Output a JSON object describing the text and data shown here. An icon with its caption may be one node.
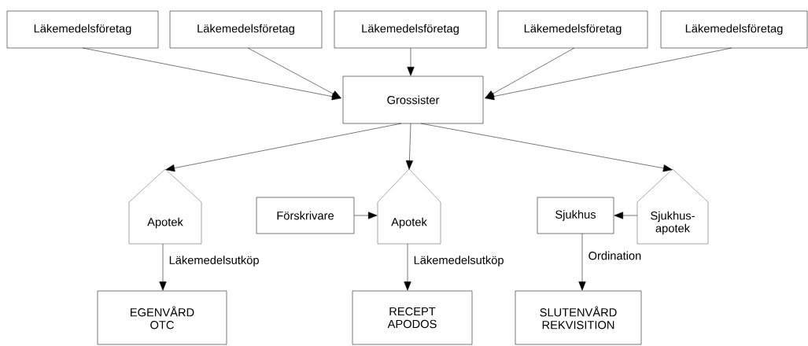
{
  "diagram": {
    "nodes": [
      {
        "text": [
          "Läkemedelsföretag"
        ]
      },
      {
        "text": [
          "Läkemedelsföretag"
        ]
      },
      {
        "text": [
          "Läkemedelsföretag"
        ]
      },
      {
        "text": [
          "Läkemedelsföretag"
        ]
      },
      {
        "text": [
          "Läkemedelsföretag"
        ]
      },
      {
        "text": [
          "Grossister"
        ]
      },
      {
        "text": [
          "Apotek"
        ]
      },
      {
        "text": [
          "Förskrivare"
        ]
      },
      {
        "text": [
          "Apotek"
        ]
      },
      {
        "text": [
          "Sjukhus"
        ]
      },
      {
        "text": [
          "Sjukhus-apotek"
        ]
      },
      {
        "text": [
          "EGENVÅRD OTC"
        ]
      },
      {
        "text": [
          "RECEPT APODOS"
        ]
      },
      {
        "text": [
          "SLUTENVÅRD REKVISITION"
        ]
      }
    ],
    "edges": [
      {
        "from": 0,
        "to": 5,
        "arrow": "to"
      },
      {
        "from": 1,
        "to": 5,
        "arrow": "to"
      },
      {
        "from": 2,
        "to": 5,
        "arrow": "to"
      },
      {
        "from": 3,
        "to": 5,
        "arrow": "to"
      },
      {
        "from": 4,
        "to": 5,
        "arrow": "to"
      },
      {
        "from": 5,
        "to": 6,
        "arrow": "to"
      },
      {
        "from": 5,
        "to": 8,
        "arrow": "to"
      },
      {
        "from": 5,
        "to": 10,
        "arrow": "to"
      },
      {
        "from": 7,
        "to": 8,
        "arrow": "to"
      },
      {
        "from": 10,
        "to": 9,
        "arrow": "to"
      },
      {
        "from": 6,
        "to": 11,
        "arrow": "to",
        "label": "Läkemedelsutköp"
      },
      {
        "from": 8,
        "to": 12,
        "arrow": "to",
        "label": "Läkemedelsutköp"
      },
      {
        "from": 9,
        "to": 13,
        "arrow": "to",
        "label": "Ordination"
      }
    ]
  }
}
